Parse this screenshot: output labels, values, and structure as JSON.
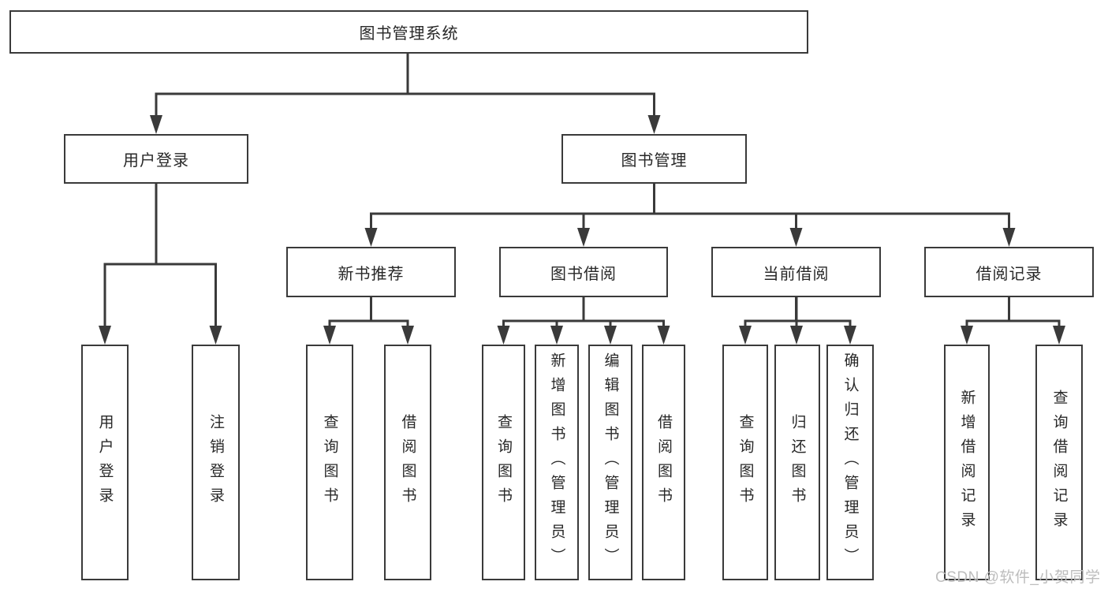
{
  "tree": {
    "root": {
      "label": "图书管理系统"
    },
    "branches": [
      {
        "label": "用户登录",
        "leaves": [
          {
            "label": "用户登录"
          },
          {
            "label": "注销登录"
          }
        ]
      },
      {
        "label": "图书管理",
        "sections": [
          {
            "label": "新书推荐",
            "leaves": [
              {
                "label": "查询图书"
              },
              {
                "label": "借阅图书"
              }
            ]
          },
          {
            "label": "图书借阅",
            "leaves": [
              {
                "label": "查询图书"
              },
              {
                "label": "新增图书（管理员）"
              },
              {
                "label": "编辑图书（管理员）"
              },
              {
                "label": "借阅图书"
              }
            ]
          },
          {
            "label": "当前借阅",
            "leaves": [
              {
                "label": "查询图书"
              },
              {
                "label": "归还图书"
              },
              {
                "label": "确认归还（管理员）"
              }
            ]
          },
          {
            "label": "借阅记录",
            "leaves": [
              {
                "label": "新增借阅记录"
              },
              {
                "label": "查询借阅记录"
              }
            ]
          }
        ]
      }
    ]
  },
  "watermark": {
    "text": "CSDN @软件_小贺同学"
  },
  "colors": {
    "line": "#3a3a3a",
    "text": "#282828",
    "watermark": "#bdbdbd",
    "background": "#ffffff"
  }
}
